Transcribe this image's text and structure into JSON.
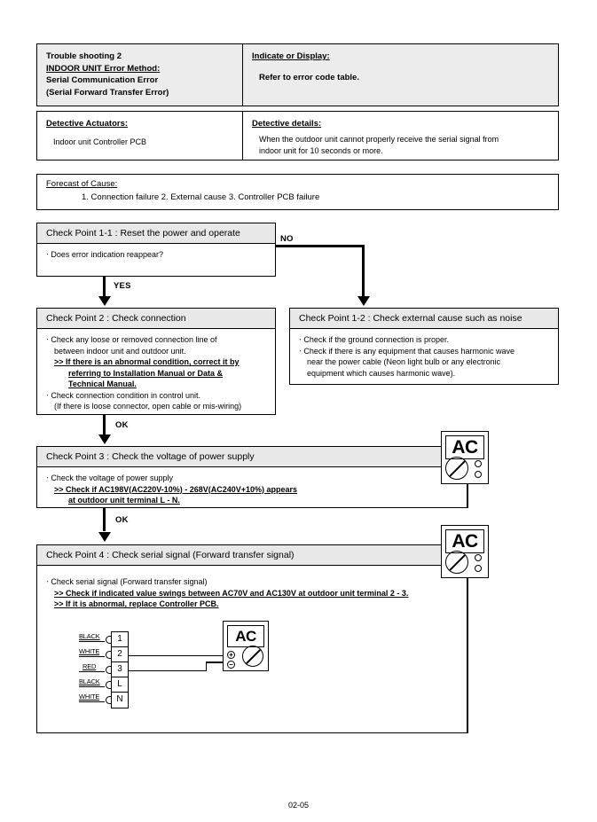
{
  "header": {
    "trouble_shooting": "Trouble shooting  2",
    "error_method": "INDOOR UNIT Error Method:",
    "error_name_1": "Serial Communication Error",
    "error_name_2": "(Serial Forward Transfer Error)",
    "indicate_title": "Indicate or Display:",
    "indicate_body": "Refer to error code table.",
    "actuators_title": "Detective Actuators:",
    "actuators_body": "Indoor unit Controller PCB",
    "details_title": "Detective details:",
    "details_body_1": "When the outdoor unit cannot properly receive the serial signal from",
    "details_body_2": "indoor unit for 10 seconds or more."
  },
  "forecast": {
    "title": "Forecast of Cause:",
    "causes": "1. Connection failure    2. External cause    3. Controller PCB failure"
  },
  "check_point_1_1": {
    "title": "Check Point 1-1 : Reset the power and operate",
    "line_1": "Does error indication reappear?"
  },
  "check_point_1_2": {
    "title": "Check Point 1-2 : Check external cause such as noise",
    "line_1": "Check if the ground connection is proper.",
    "line_2": "Check if there is any equipment that causes harmonic wave",
    "line_3": "near the power cable (Neon light bulb or any electronic",
    "line_4": "equipment which causes harmonic wave)."
  },
  "check_point_2": {
    "title": "Check Point 2 : Check connection",
    "line_1": "Check any loose or removed connection line of",
    "line_2": "between indoor unit and outdoor unit.",
    "line_3": ">> If there is an abnormal condition, correct it by",
    "line_4": "referring to Installation Manual or Data &",
    "line_5": "Technical Manual.",
    "line_6": "Check connection condition in control unit.",
    "line_7": "(If there is loose connector, open cable or mis-wiring)"
  },
  "check_point_3": {
    "title": "Check Point 3 : Check the voltage of power supply",
    "line_1": "Check the voltage of power supply",
    "line_2": ">> Check if AC198V(AC220V-10%) - 268V(AC240V+10%) appears",
    "line_3": "at outdoor unit terminal L - N."
  },
  "check_point_4": {
    "title": "Check Point 4 : Check serial signal (Forward transfer signal)",
    "line_1": "Check serial signal (Forward transfer signal)",
    "line_2": ">> Check if indicated value swings between AC70V and AC130V at outdoor unit terminal 2 - 3.",
    "line_3": ">> If it is abnormal, replace Controller PCB."
  },
  "flow": {
    "no_label": "NO",
    "yes_label": "YES",
    "ok_label_1": "OK",
    "ok_label_2": "OK"
  },
  "meters": {
    "ac_label": "AC",
    "plus": "+",
    "minus": "−"
  },
  "wiring": {
    "terminals": [
      {
        "wire": "BLACK",
        "id": "1"
      },
      {
        "wire": "WHITE",
        "id": "2"
      },
      {
        "wire": "RED",
        "id": "3"
      },
      {
        "wire": "BLACK",
        "id": "L"
      },
      {
        "wire": "WHITE",
        "id": "N"
      }
    ]
  },
  "footer": {
    "page_number": "02-05"
  },
  "colors": {
    "header_fill": "#ececec",
    "section_header_fill": "#e8e8e8",
    "line": "#000000",
    "background": "#ffffff"
  }
}
